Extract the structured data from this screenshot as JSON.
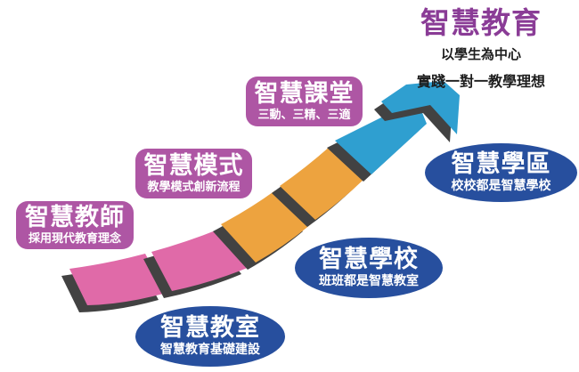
{
  "header": {
    "title": "智慧教育",
    "subtitle_line1": "以學生為中心",
    "subtitle_line2": "實踐一對一教學理想"
  },
  "stage_labels": [
    {
      "title": "智慧教師",
      "subtitle": "採用現代教育理念"
    },
    {
      "title": "智慧模式",
      "subtitle": "教學模式創新流程"
    },
    {
      "title": "智慧課堂",
      "subtitle": "三動、三精、三適"
    }
  ],
  "milestones": [
    {
      "title": "智慧教室",
      "subtitle": "智慧教育基礎建設"
    },
    {
      "title": "智慧學校",
      "subtitle": "班班都是智慧教室"
    },
    {
      "title": "智慧學區",
      "subtitle": "校校都是智慧學校"
    }
  ],
  "colors": {
    "label_purple": "#ae56a4",
    "title_purple": "#8a3c96",
    "oval_blue": "#274f9e",
    "tile_pink": "#e06aa8",
    "tile_orange": "#eda33f",
    "tile_blue": "#2f9fd0",
    "shadow_gray": "#424242",
    "text_dark": "#1d1d1d"
  }
}
